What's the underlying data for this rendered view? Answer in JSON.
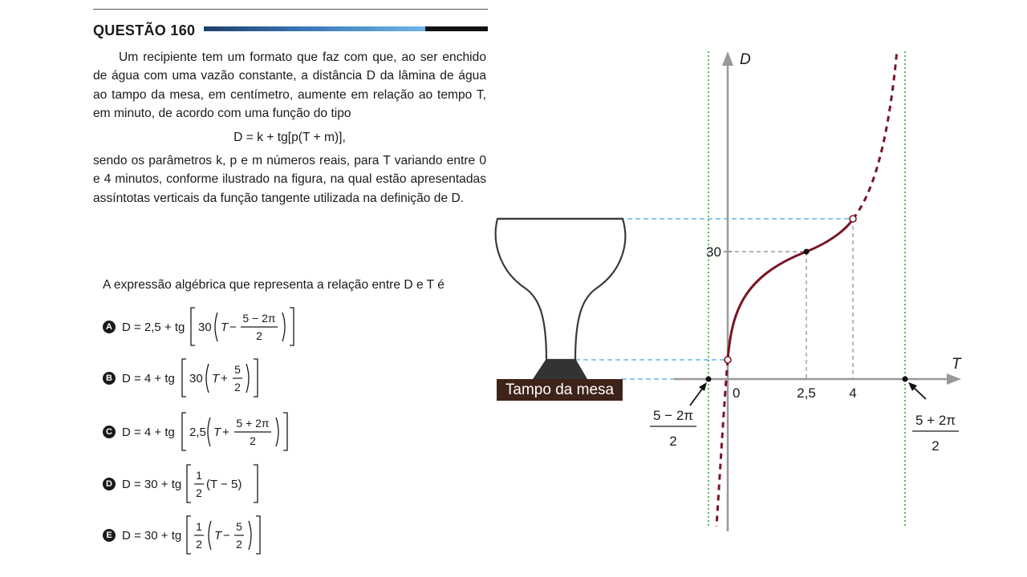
{
  "question": {
    "title": "QUESTÃO 160",
    "paragraph1": "Um recipiente tem um formato que faz com que, ao ser enchido de água com uma vazão constante, a distância D da lâmina de água ao tampo da mesa, em centímetro, aumente em relação ao tempo T, em minuto, de acordo com uma função do tipo",
    "formula": "D = k + tg[p(T + m)],",
    "paragraph2": "sendo os parâmetros k, p e m números reais, para T variando entre 0 e 4 minutos, conforme ilustrado na figura, na qual estão apresentadas assíntotas verticais da função tangente utilizada na definição de D.",
    "prompt": "A expressão algébrica que representa a relação entre D e T é"
  },
  "options": [
    {
      "letter": "A",
      "prefix": "D = 2,5 + tg",
      "coef": "30",
      "sign": "−",
      "num": "5 − 2π",
      "den": "2"
    },
    {
      "letter": "B",
      "prefix": "D = 4 + tg",
      "coef": "30",
      "sign": "+",
      "num": "5",
      "den": "2"
    },
    {
      "letter": "C",
      "prefix": "D = 4 + tg",
      "coef": "2,5",
      "sign": "+",
      "num": "5 + 2π",
      "den": "2"
    },
    {
      "letter": "D",
      "prefix": "D = 30 + tg",
      "cnum": "1",
      "cden": "2",
      "tail": "(T − 5)"
    },
    {
      "letter": "E",
      "prefix": "D = 30 + tg",
      "cnum": "1",
      "cden": "2",
      "sign": "−",
      "num": "5",
      "den": "2"
    }
  ],
  "figure": {
    "axis_d": "D",
    "axis_t": "T",
    "tick_30": "30",
    "tick_0": "0",
    "tick_25": "2,5",
    "tick_4": "4",
    "asym_left_num": "5 − 2π",
    "asym_left_den": "2",
    "asym_right_num": "5 + 2π",
    "asym_right_den": "2",
    "table_label": "Tampo da mesa",
    "curve_color": "#7a1424",
    "asymptote_color": "#3aa13a",
    "guide_blue": "#4aa8e0",
    "guide_gray": "#888888",
    "vase_outline": "#3a3a3a",
    "vase_base": "#333333",
    "table_color": "#3d2318"
  }
}
